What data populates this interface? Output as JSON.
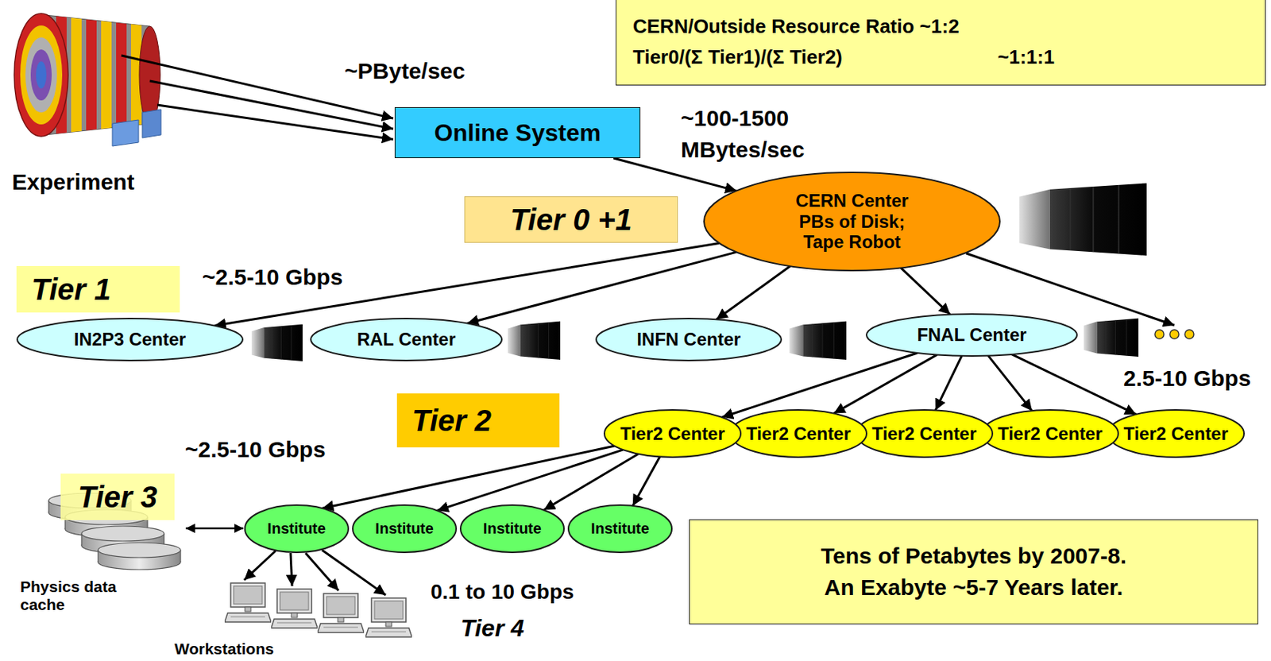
{
  "diagram": {
    "nodes": [
      {
        "text": [
          "CERN/Outside Resource Ratio ~1:2",
          "Tier0/(Σ Tier1)/(Σ Tier2)",
          "~1:1:1"
        ]
      },
      {
        "text": [
          "Online System"
        ]
      },
      {
        "text": [
          "Tier 0 +1"
        ]
      },
      {
        "text": [
          "CERN Center",
          "PBs of Disk; Tape Robot"
        ]
      },
      {
        "text": [
          "Tier 1"
        ]
      },
      {
        "text": [
          "IN2P3 Center"
        ]
      },
      {
        "text": [
          "RAL Center"
        ]
      },
      {
        "text": [
          "INFN Center"
        ]
      },
      {
        "text": [
          "FNAL Center"
        ]
      },
      {
        "text": [
          "Tier 2"
        ]
      },
      {
        "text": [
          "Tier2 Center"
        ]
      },
      {
        "text": [
          "Tier2 Center"
        ]
      },
      {
        "text": [
          "Tier2 Center"
        ]
      },
      {
        "text": [
          "Tier2 Center"
        ]
      },
      {
        "text": [
          "Tier2 Center"
        ]
      },
      {
        "text": [
          "Tier 3"
        ]
      },
      {
        "text": [
          "Institute"
        ]
      },
      {
        "text": [
          "Institute"
        ]
      },
      {
        "text": [
          "Institute"
        ]
      },
      {
        "text": [
          "Institute"
        ]
      },
      {
        "text": [
          "Tens of Petabytes by 2007-8.",
          "An Exabyte ~5-7 Years later."
        ]
      }
    ],
    "edges": [
      {
        "from": 1,
        "to": 3,
        "arrow": "to"
      },
      {
        "from": 3,
        "to": 5,
        "arrow": "to"
      },
      {
        "from": 3,
        "to": 6,
        "arrow": "to"
      },
      {
        "from": 3,
        "to": 7,
        "arrow": "to"
      },
      {
        "from": 3,
        "to": 8,
        "arrow": "to"
      },
      {
        "from": 8,
        "to": 10,
        "arrow": "to"
      },
      {
        "from": 8,
        "to": 11,
        "arrow": "to"
      },
      {
        "from": 8,
        "to": 12,
        "arrow": "to"
      },
      {
        "from": 8,
        "to": 13,
        "arrow": "to"
      },
      {
        "from": 8,
        "to": 14,
        "arrow": "to"
      },
      {
        "from": 10,
        "to": 16,
        "arrow": "to"
      },
      {
        "from": 10,
        "to": 17,
        "arrow": "to"
      },
      {
        "from": 10,
        "to": 18,
        "arrow": "to"
      },
      {
        "from": 10,
        "to": 19,
        "arrow": "to"
      }
    ],
    "labels": [
      "~PByte/sec",
      "~100-1500 MBytes/sec",
      "Experiment",
      "~2.5-10 Gbps",
      "2.5-10 Gbps",
      "~2.5-10 Gbps",
      "Physics data cache",
      "0.1 to 10 Gbps",
      "Tier 4",
      "Workstations"
    ]
  }
}
